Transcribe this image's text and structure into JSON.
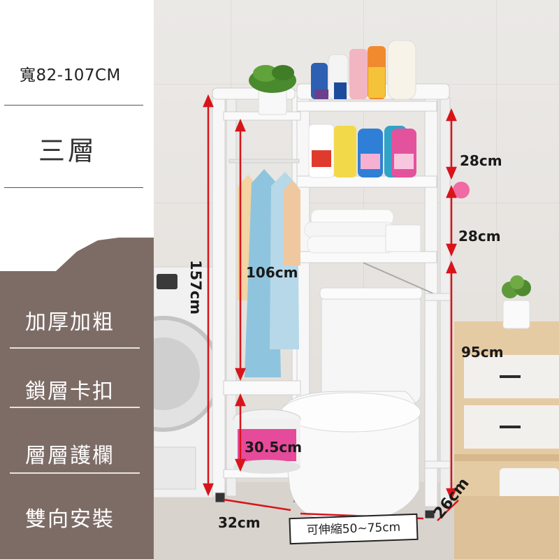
{
  "panel": {
    "width_range": "寬82-107CM",
    "layers": "三層",
    "features": [
      "加厚加粗",
      "鎖層卡扣",
      "層層護欄",
      "雙向安裝"
    ]
  },
  "dimensions": {
    "height_total": "157cm",
    "shelf_gap_1": "28cm",
    "shelf_gap_2": "28cm",
    "hang_height": "106cm",
    "bottom_height": "95cm",
    "bottom_shelf": "30.5cm",
    "side_width": "32cm",
    "extendable": "可伸縮50~75cm",
    "depth": "26cm"
  },
  "colors": {
    "panel_brown": "#7d6c66",
    "rack_white": "#f7f7f7",
    "measure_red": "#d8141b"
  }
}
